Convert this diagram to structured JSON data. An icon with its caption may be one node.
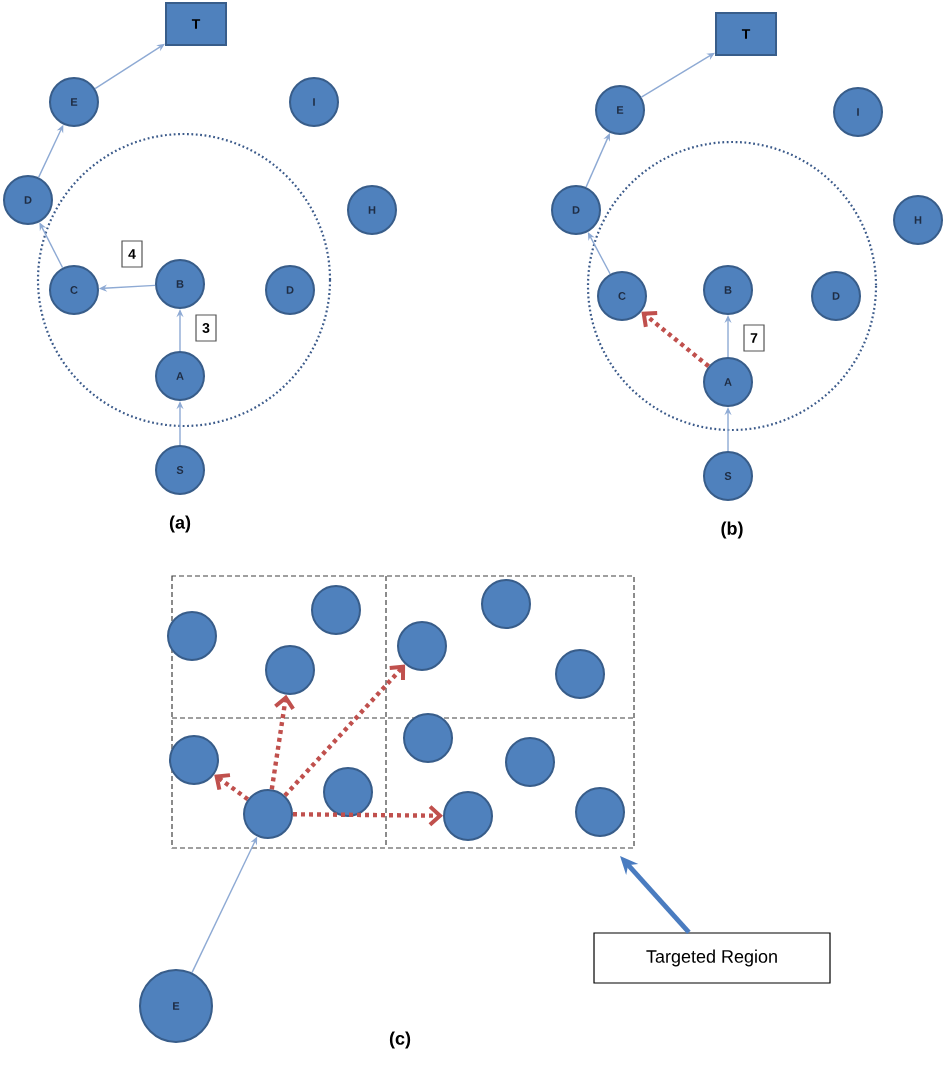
{
  "diagram": {
    "nodes": [
      {
        "text": [
          "T"
        ]
      },
      {
        "text": [
          "E"
        ]
      },
      {
        "text": [
          "I"
        ]
      },
      {
        "text": [
          "D"
        ]
      },
      {
        "text": [
          "H"
        ]
      },
      {
        "text": [
          "C"
        ]
      },
      {
        "text": [
          "B"
        ]
      },
      {
        "text": [
          "D"
        ]
      },
      {
        "text": [
          "A"
        ]
      },
      {
        "text": [
          "S"
        ]
      },
      {
        "text": [
          "T"
        ]
      },
      {
        "text": [
          "E"
        ]
      },
      {
        "text": [
          "I"
        ]
      },
      {
        "text": [
          "D"
        ]
      },
      {
        "text": [
          "H"
        ]
      },
      {
        "text": [
          "C"
        ]
      },
      {
        "text": [
          "B"
        ]
      },
      {
        "text": [
          "D"
        ]
      },
      {
        "text": [
          "A"
        ]
      },
      {
        "text": [
          "S"
        ]
      },
      {
        "text": [],
        "shape": "circle"
      },
      {
        "text": [],
        "shape": "circle"
      },
      {
        "text": [],
        "shape": "circle"
      },
      {
        "text": [],
        "shape": "circle"
      },
      {
        "text": [],
        "shape": "circle"
      },
      {
        "text": [],
        "shape": "circle"
      },
      {
        "text": [],
        "shape": "circle"
      },
      {
        "text": [],
        "shape": "circle"
      },
      {
        "text": [],
        "shape": "circle"
      },
      {
        "text": [],
        "shape": "circle"
      },
      {
        "text": [],
        "shape": "circle"
      },
      {
        "text": [],
        "shape": "circle"
      },
      {
        "text": [],
        "shape": "circle"
      },
      {
        "text": [
          "E"
        ]
      },
      {
        "text": [
          "Targeted Region"
        ]
      }
    ],
    "edges": [
      {
        "from": 9,
        "to": 8,
        "arrow": "to"
      },
      {
        "from": 8,
        "to": 6,
        "arrow": "to",
        "label": "3"
      },
      {
        "from": 6,
        "to": 5,
        "arrow": "to",
        "label": "4"
      },
      {
        "from": 5,
        "to": 3,
        "arrow": "to"
      },
      {
        "from": 3,
        "to": 1,
        "arrow": "to"
      },
      {
        "from": 1,
        "to": 0,
        "arrow": "to"
      },
      {
        "from": 19,
        "to": 18,
        "arrow": "to"
      },
      {
        "from": 18,
        "to": 16,
        "arrow": "to",
        "label": "7"
      },
      {
        "from": 18,
        "to": 15,
        "arrow": "to",
        "style": "dashed",
        "color": "#c0504d"
      },
      {
        "from": 15,
        "to": 13,
        "arrow": "to"
      },
      {
        "from": 13,
        "to": 11,
        "arrow": "to"
      },
      {
        "from": 11,
        "to": 10,
        "arrow": "to"
      },
      {
        "from": 33,
        "to": 31,
        "arrow": "to"
      },
      {
        "from": 31,
        "to": 27,
        "arrow": "to",
        "style": "dashed",
        "color": "#c0504d"
      },
      {
        "from": 31,
        "to": 24,
        "arrow": "to",
        "style": "dashed",
        "color": "#c0504d"
      },
      {
        "from": 31,
        "to": 23,
        "arrow": "to",
        "style": "dashed",
        "color": "#c0504d"
      },
      {
        "from": 31,
        "to": 32,
        "arrow": "to",
        "style": "dashed",
        "color": "#c0504d"
      },
      {
        "from": 34,
        "to": null,
        "arrow": "to",
        "style": "thick",
        "color": "#4a7cc0"
      }
    ],
    "labels": [
      "(a)",
      "(b)",
      "(c)"
    ]
  }
}
